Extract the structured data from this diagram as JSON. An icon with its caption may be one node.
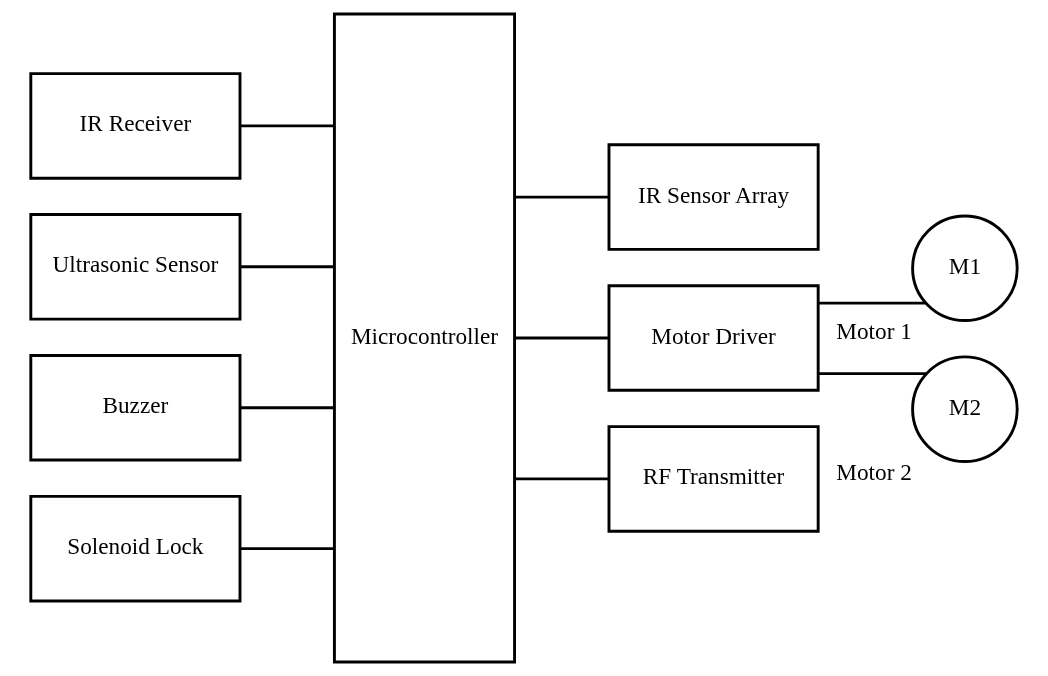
{
  "diagram": {
    "nodes": [
      {
        "text": [
          "IR Receiver"
        ]
      },
      {
        "text": [
          "Ultrasonic Sensor"
        ]
      },
      {
        "text": [
          "Buzzer"
        ]
      },
      {
        "text": [
          "Solenoid Lock"
        ]
      },
      {
        "text": [
          "Microcontroller"
        ]
      },
      {
        "text": [
          "IR Sensor Array"
        ]
      },
      {
        "text": [
          "Motor Driver"
        ]
      },
      {
        "text": [
          "RF Transmitter"
        ]
      },
      {
        "text": [
          "M1"
        ],
        "beside": [
          "Motor 1"
        ]
      },
      {
        "text": [
          "M2"
        ],
        "beside": [
          "Motor 2"
        ]
      }
    ],
    "edges": [
      {
        "from": 0,
        "to": 4,
        "arrow": "none"
      },
      {
        "from": 1,
        "to": 4,
        "arrow": "none"
      },
      {
        "from": 2,
        "to": 4,
        "arrow": "none"
      },
      {
        "from": 3,
        "to": 4,
        "arrow": "none"
      },
      {
        "from": 4,
        "to": 5,
        "arrow": "none"
      },
      {
        "from": 4,
        "to": 6,
        "arrow": "none"
      },
      {
        "from": 4,
        "to": 7,
        "arrow": "none"
      },
      {
        "from": 6,
        "to": 8,
        "arrow": "none"
      },
      {
        "from": 6,
        "to": 9,
        "arrow": "none"
      }
    ]
  }
}
